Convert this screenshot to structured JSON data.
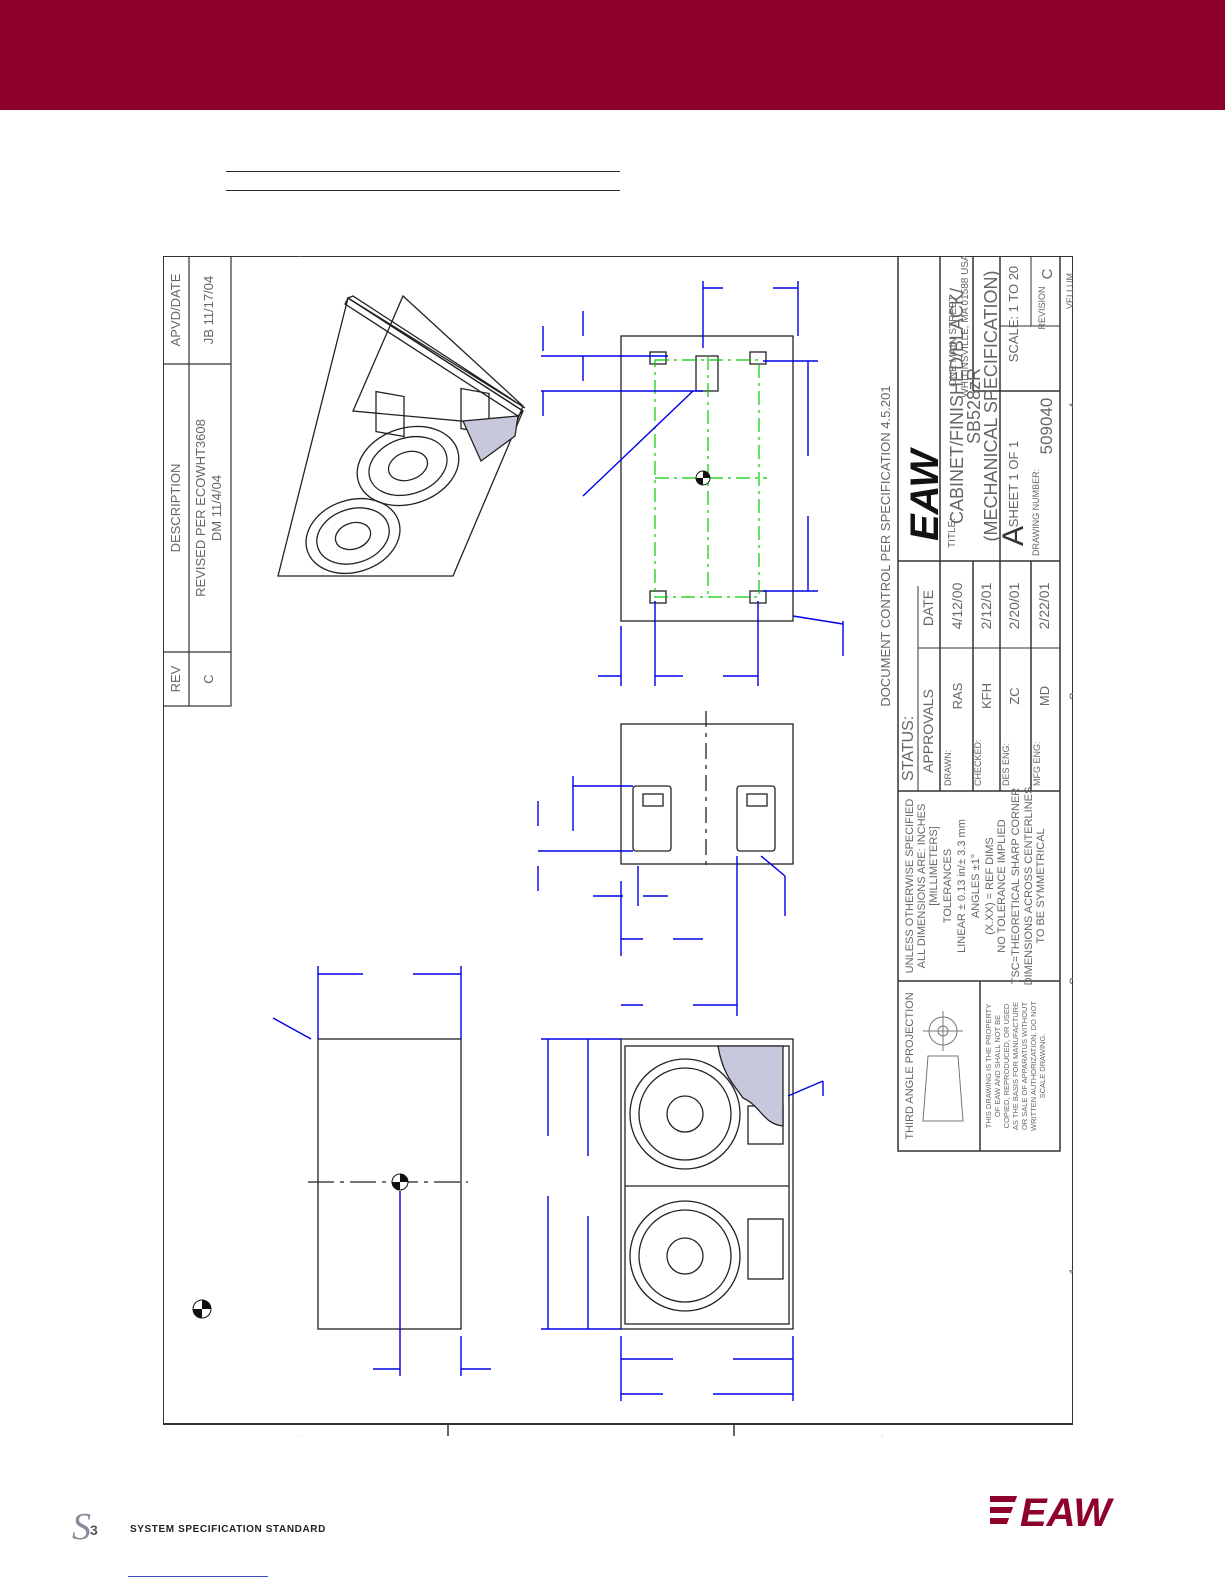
{
  "title_block": {
    "doc_control": "DOCUMENT CONTROL PER SPECIFICATION 4.5.201",
    "company_address_1": "ONE MAIN STREET",
    "company_address_2": "WHITINSVILLE, MA 01588 USA",
    "title_label": "TITLE:",
    "title_line1": "CABINET/FINISHED/BLACK/",
    "title_line2": "SB528zR",
    "title_line3": "(MECHANICAL SPECIFICATION)",
    "size": "A",
    "sheet": "SHEET 1 OF 1",
    "scale": "SCALE: 1 TO 20",
    "drawing_number_label": "DRAWING NUMBER:",
    "drawing_number": "509040",
    "revision_label": "REVISION",
    "revision": "C",
    "vellum": "VELLUM",
    "status_label": "STATUS:",
    "approvals_label": "APPROVALS",
    "date_label": "DATE",
    "approvals": [
      {
        "role": "DRAWN:",
        "name": "RAS",
        "date": "4/12/00"
      },
      {
        "role": "CHECKED:",
        "name": "KFH",
        "date": "2/12/01"
      },
      {
        "role": "DES ENG:",
        "name": "ZC",
        "date": "2/20/01"
      },
      {
        "role": "MFG ENG:",
        "name": "MD",
        "date": "2/22/01"
      }
    ],
    "tolerance_notes": [
      "UNLESS OTHERWISE SPECIFIED",
      "ALL DIMENSIONS ARE: INCHES",
      "[MILLIMETERS]",
      "TOLERANCES",
      "LINEAR ± 0.13 in/± 3.3 mm",
      "ANGLES ±1°",
      "(X.XX) = REF DIMS",
      "NO TOLERANCE IMPLIED",
      "TSC=THEORETICAL SHARP CORNER",
      "DIMENSIONS ACROSS CENTERLINES",
      "TO BE SYMMETRICAL"
    ],
    "projection_label": "THIRD ANGLE PROJECTION",
    "property_notes": [
      "THIS DRAWING IS THE PROPERTY",
      "OF EAW AND SHALL NOT BE",
      "COPIED, REPRODUCED, OR USED",
      "AS THE BASIS FOR MANUFACTURE",
      "OR SALE OF APPARATUS WITHOUT",
      "WRITTEN AUTHORIZATION. DO NOT",
      "SCALE DRAWING."
    ]
  },
  "revision_block": {
    "rev_label": "REV",
    "description_label": "DESCRIPTION",
    "apvd_label": "APVD/DATE",
    "rev": "C",
    "description_1": "REVISED PER ECOWHT3608",
    "description_2": "DM 11/4/04",
    "apvd": "JB 11/17/04"
  },
  "zones": {
    "top": [
      "C",
      "B",
      "A"
    ],
    "side": [
      "4",
      "3",
      "2",
      "1"
    ]
  },
  "footer": {
    "standard_text": "SYSTEM SPECIFICATION STANDARD",
    "logo_text": "EAW"
  },
  "colors": {
    "banner": "#8f002a",
    "dimension_lines": "#0000e6",
    "hidden_lines": "#00cc00",
    "linework": "#222222",
    "logo": "#8f002a"
  }
}
